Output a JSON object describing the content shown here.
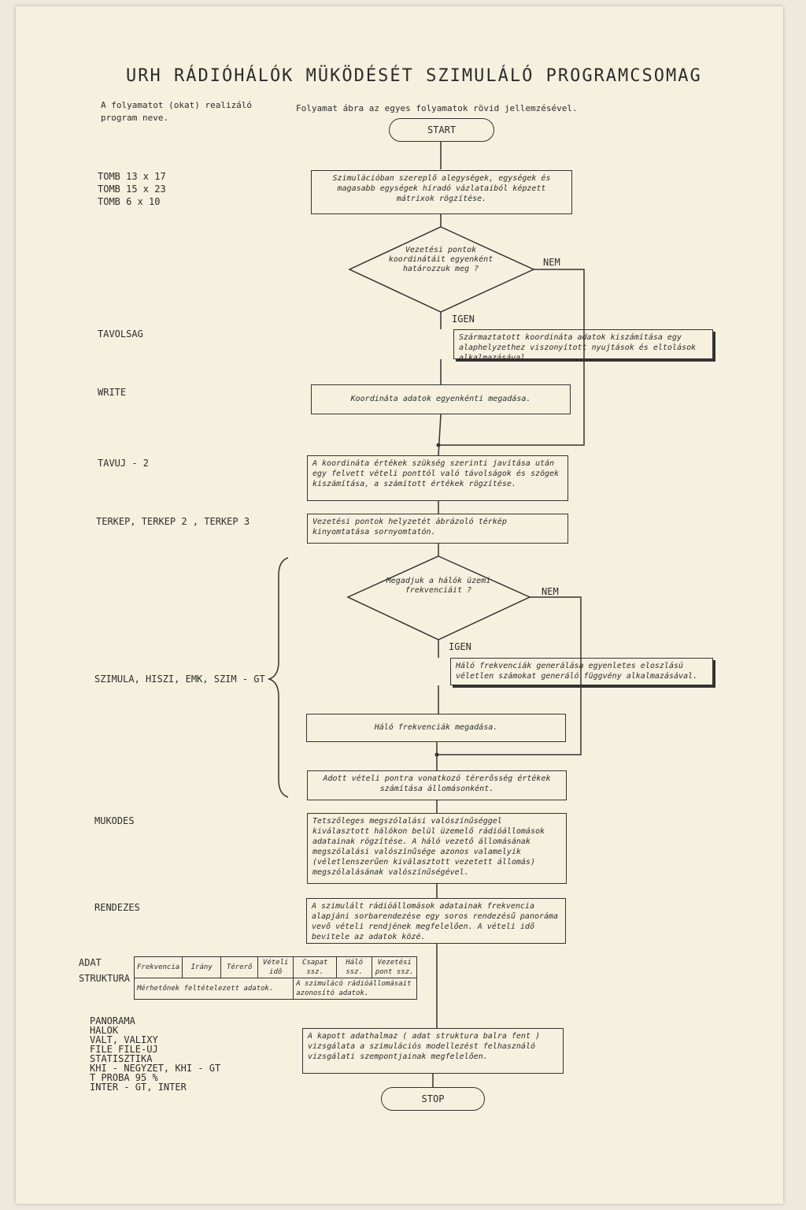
{
  "title": "URH RÁDIÓHÁLÓK MÜKÖDÉSÉT SZIMULÁLÓ PROGRAMCSOMAG",
  "header_left": "A folyamatot (okat) realizáló\nprogram neve.",
  "header_right": "Folyamat ábra az egyes folyamatok rövid jellemzésével.",
  "start": "START",
  "stop": "STOP",
  "yes": "IGEN",
  "no": "NEM",
  "programs": {
    "tomb": "TOMB  13 x 17\nTOMB  15 x 23\nTOMB   6 x 10",
    "tavolsag": "TAVOLSAG",
    "write": "WRITE",
    "tavuj": "TAVUJ - 2",
    "terkep": "TERKEP, TERKEP 2 , TERKEP 3",
    "szimula": "SZIMULA, HISZI, EMK, SZIM - GT",
    "mukodes": "MUKODES",
    "rendezes": "RENDEZES",
    "adat_struktura": "ADAT\nSTRUKTURA",
    "final_list": "PANORAMA\nHALOK\nVALT, VALIXY\nFILE  FILE-UJ\nSTATISZTIKA\nKHI - NEGYZET, KHI - GT\nT PROBA 95 %\nINTER - GT, INTER"
  },
  "steps": {
    "s1": "Szimulációban szereplő alegységek, egységek és magasabb egységek híradó vázlataiból képzett mátrixok rögzítése.",
    "d1": "Vezetési pontok koordinátáit egyenként határozzuk meg ?",
    "s2": "Származtatott koordináta adatok kiszámítása egy alaphelyzethez viszonyított nyujtások és eltolások alkalmazásával.",
    "s3": "Koordináta adatok egyenkénti megadása.",
    "s4": "A koordináta értékek szükség szerinti javítása után egy felvett vételi ponttól való távolságok és szögek kiszámítása, a számított értékek rögzítése.",
    "s5": "Vezetési pontok helyzetét ábrázoló térkép kinyomtatása sornyomtatón.",
    "d2": "Megadjuk a hálók üzemi frekvenciáit ?",
    "s6": "Háló frekvenciák generálása egyenletes eloszlású véletlen számokat generáló függvény alkalmazásával.",
    "s7": "Háló frekvenciák megadása.",
    "s8": "Adott vételi pontra vonatkozó térerősség értékek számítása állomásonként.",
    "s9": "Tetszőleges megszólalási valószínűséggel kiválasztott hálókon belül üzemelő rádióállomások adatainak rögzítése. A háló vezető állomásának megszólalási valószínűsége azonos valamelyik (véletlenszerűen kiválasztott vezetett állomás) megszólalásának valószínűségével.",
    "s10": "A szimulált rádióállomások adatainak frekvencia alapjáni sorbarendezése egy soros rendezésű panoráma vevő vételi rendjének megfelelően. A vételi idő bevitele az adatok közé.",
    "s11": "A kapott adathalmaz ( adat struktura balra fent ) vizsgálata a szimulációs modellezést felhasználó vizsgálati szempontjainak megfelelően."
  },
  "adat_table": {
    "cols": [
      "Frekvencia",
      "Irány",
      "Térerő",
      "Vételi idő",
      "Csapat ssz.",
      "Háló ssz.",
      "Vezetési pont ssz."
    ],
    "row2_left": "Mérhetőnek feltételezett adatok.",
    "row2_right": "A szimulácó rádióállomásait azonosító adatok."
  }
}
